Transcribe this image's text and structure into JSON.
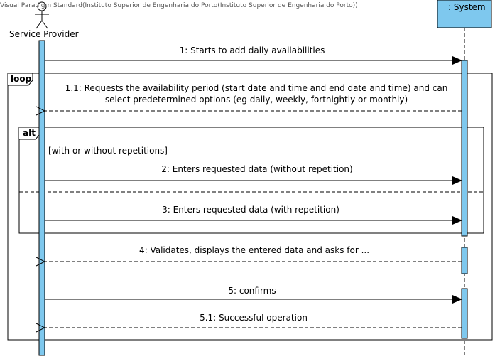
{
  "watermark": "Visual Paradigm Standard(Instituto Superior de Engenharia do Porto(Instituto Superior de Engenharia do Porto))",
  "lifelines": {
    "actor": {
      "name": "Service Provider",
      "icon": "actor-stick-figure-icon"
    },
    "system": {
      "name": ": System"
    }
  },
  "fragments": {
    "loop": {
      "operator": "loop"
    },
    "alt": {
      "operator": "alt",
      "guard": "[with or without repetitions]"
    }
  },
  "messages": [
    {
      "id": "m1",
      "text": "1: Starts to add daily availabilities",
      "kind": "synchronous",
      "direction": "actor-to-system"
    },
    {
      "id": "m1_1",
      "text": "1.1: Requests the availability period (start date and time and end date and time) and can",
      "text2": "select predetermined options (eg daily, weekly, fortnightly or monthly)",
      "kind": "return",
      "direction": "system-to-actor"
    },
    {
      "id": "m2",
      "text": "2: Enters requested data (without repetition)",
      "kind": "synchronous",
      "direction": "actor-to-system"
    },
    {
      "id": "m3",
      "text": "3: Enters requested data (with repetition)",
      "kind": "synchronous",
      "direction": "actor-to-system"
    },
    {
      "id": "m4",
      "text": "4: Validates, displays the entered data and asks for ...",
      "kind": "return",
      "direction": "system-to-actor"
    },
    {
      "id": "m5",
      "text": "5: confirms",
      "kind": "synchronous",
      "direction": "actor-to-system"
    },
    {
      "id": "m5_1",
      "text": "5.1: Successful operation",
      "kind": "return",
      "direction": "system-to-actor"
    }
  ],
  "colors": {
    "activation_fill": "#7ec8ee",
    "system_header_fill": "#7ec8ee",
    "line": "#000000"
  }
}
